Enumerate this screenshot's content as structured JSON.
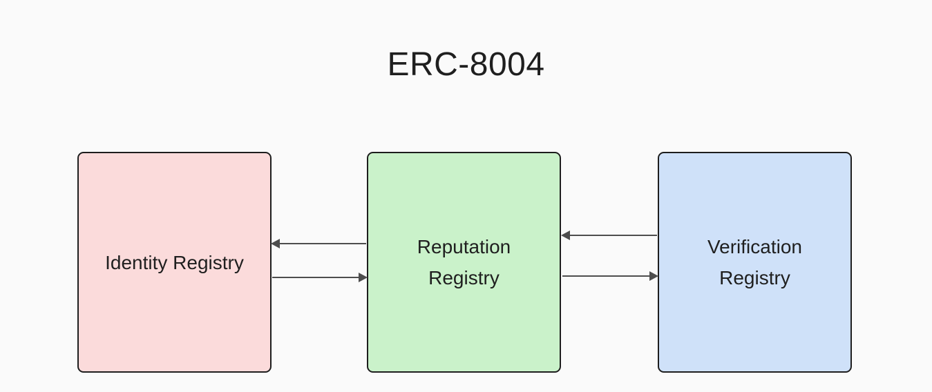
{
  "title": "ERC-8004",
  "diagram": {
    "nodes": [
      {
        "id": "identity-registry",
        "label": "Identity Registry",
        "line1": "Identity Registry",
        "fill": "#fbdbdb"
      },
      {
        "id": "reputation-registry",
        "label": "Reputation Registry",
        "line1": "Reputation",
        "line2": "Registry",
        "fill": "#caf2ca"
      },
      {
        "id": "verification-registry",
        "label": "Verification Registry",
        "line1": "Verification",
        "line2": "Registry",
        "fill": "#cfe1f9"
      }
    ],
    "edges": [
      {
        "from": "Reputation Registry",
        "to": "Identity Registry",
        "direction": "left"
      },
      {
        "from": "Identity Registry",
        "to": "Reputation Registry",
        "direction": "right"
      },
      {
        "from": "Verification Registry",
        "to": "Reputation Registry",
        "direction": "left"
      },
      {
        "from": "Reputation Registry",
        "to": "Verification Registry",
        "direction": "right"
      }
    ],
    "colors": {
      "background": "#fafafa",
      "node_border": "#1d1d1d",
      "arrow": "#4d4d4d",
      "text": "#1f1f1f"
    }
  }
}
